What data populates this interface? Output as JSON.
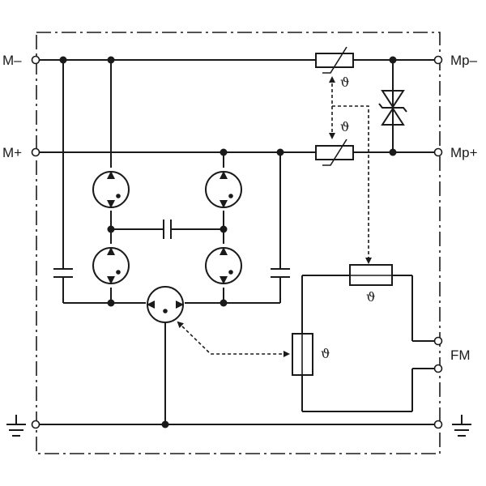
{
  "labels": {
    "m_minus": "M–",
    "m_plus": "M+",
    "mp_minus": "Mp–",
    "mp_plus": "Mp+",
    "fm": "FM"
  },
  "thermal_symbol": "ϑ",
  "colors": {
    "line": "#1a1a1a",
    "background": "#ffffff"
  }
}
